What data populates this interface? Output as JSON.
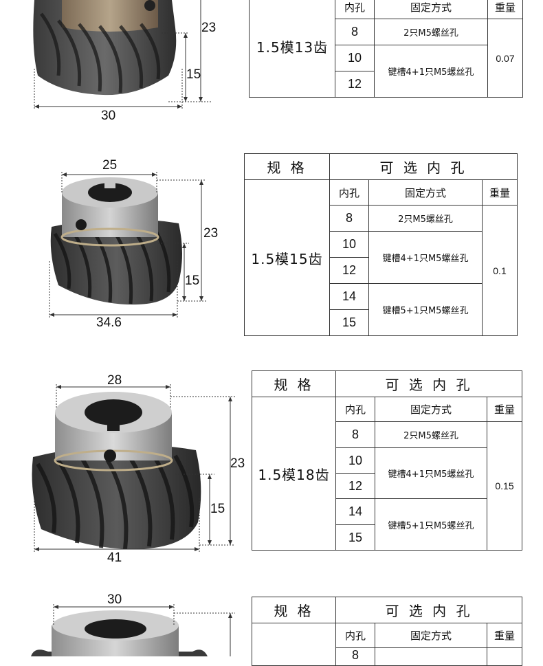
{
  "header": {
    "spec": "规 格",
    "optional_bore": "可 选 内 孔",
    "bore": "内孔",
    "method": "固定方式",
    "weight": "重量"
  },
  "items": [
    {
      "model": "1.5模13齿",
      "dims": {
        "top": "",
        "height": "23",
        "hub": "15",
        "width": "30"
      },
      "rows": [
        {
          "bore": "8",
          "method": "2只M5螺丝孔"
        },
        {
          "bore": "10",
          "method": "键槽4+1只M5螺丝孔"
        },
        {
          "bore": "12",
          "method": ""
        }
      ],
      "weight": "0.07"
    },
    {
      "model": "1.5模15齿",
      "dims": {
        "top": "25",
        "height": "23",
        "hub": "15",
        "width": "34.6"
      },
      "rows": [
        {
          "bore": "8",
          "method": "2只M5螺丝孔"
        },
        {
          "bore": "10",
          "method": "键槽4+1只M5螺丝孔"
        },
        {
          "bore": "12",
          "method": ""
        },
        {
          "bore": "14",
          "method": "键槽5+1只M5螺丝孔"
        },
        {
          "bore": "15",
          "method": ""
        }
      ],
      "weight": "0.1"
    },
    {
      "model": "1.5模18齿",
      "dims": {
        "top": "28",
        "height": "23",
        "hub": "15",
        "width": "41"
      },
      "rows": [
        {
          "bore": "8",
          "method": "2只M5螺丝孔"
        },
        {
          "bore": "10",
          "method": "键槽4+1只M5螺丝孔"
        },
        {
          "bore": "12",
          "method": ""
        },
        {
          "bore": "14",
          "method": "键槽5+1只M5螺丝孔"
        },
        {
          "bore": "15",
          "method": ""
        }
      ],
      "weight": "0.15"
    },
    {
      "model": "",
      "dims": {
        "top": "30",
        "height": "",
        "hub": "",
        "width": ""
      },
      "rows": [
        {
          "bore": "8",
          "method": ""
        }
      ],
      "weight": ""
    }
  ]
}
